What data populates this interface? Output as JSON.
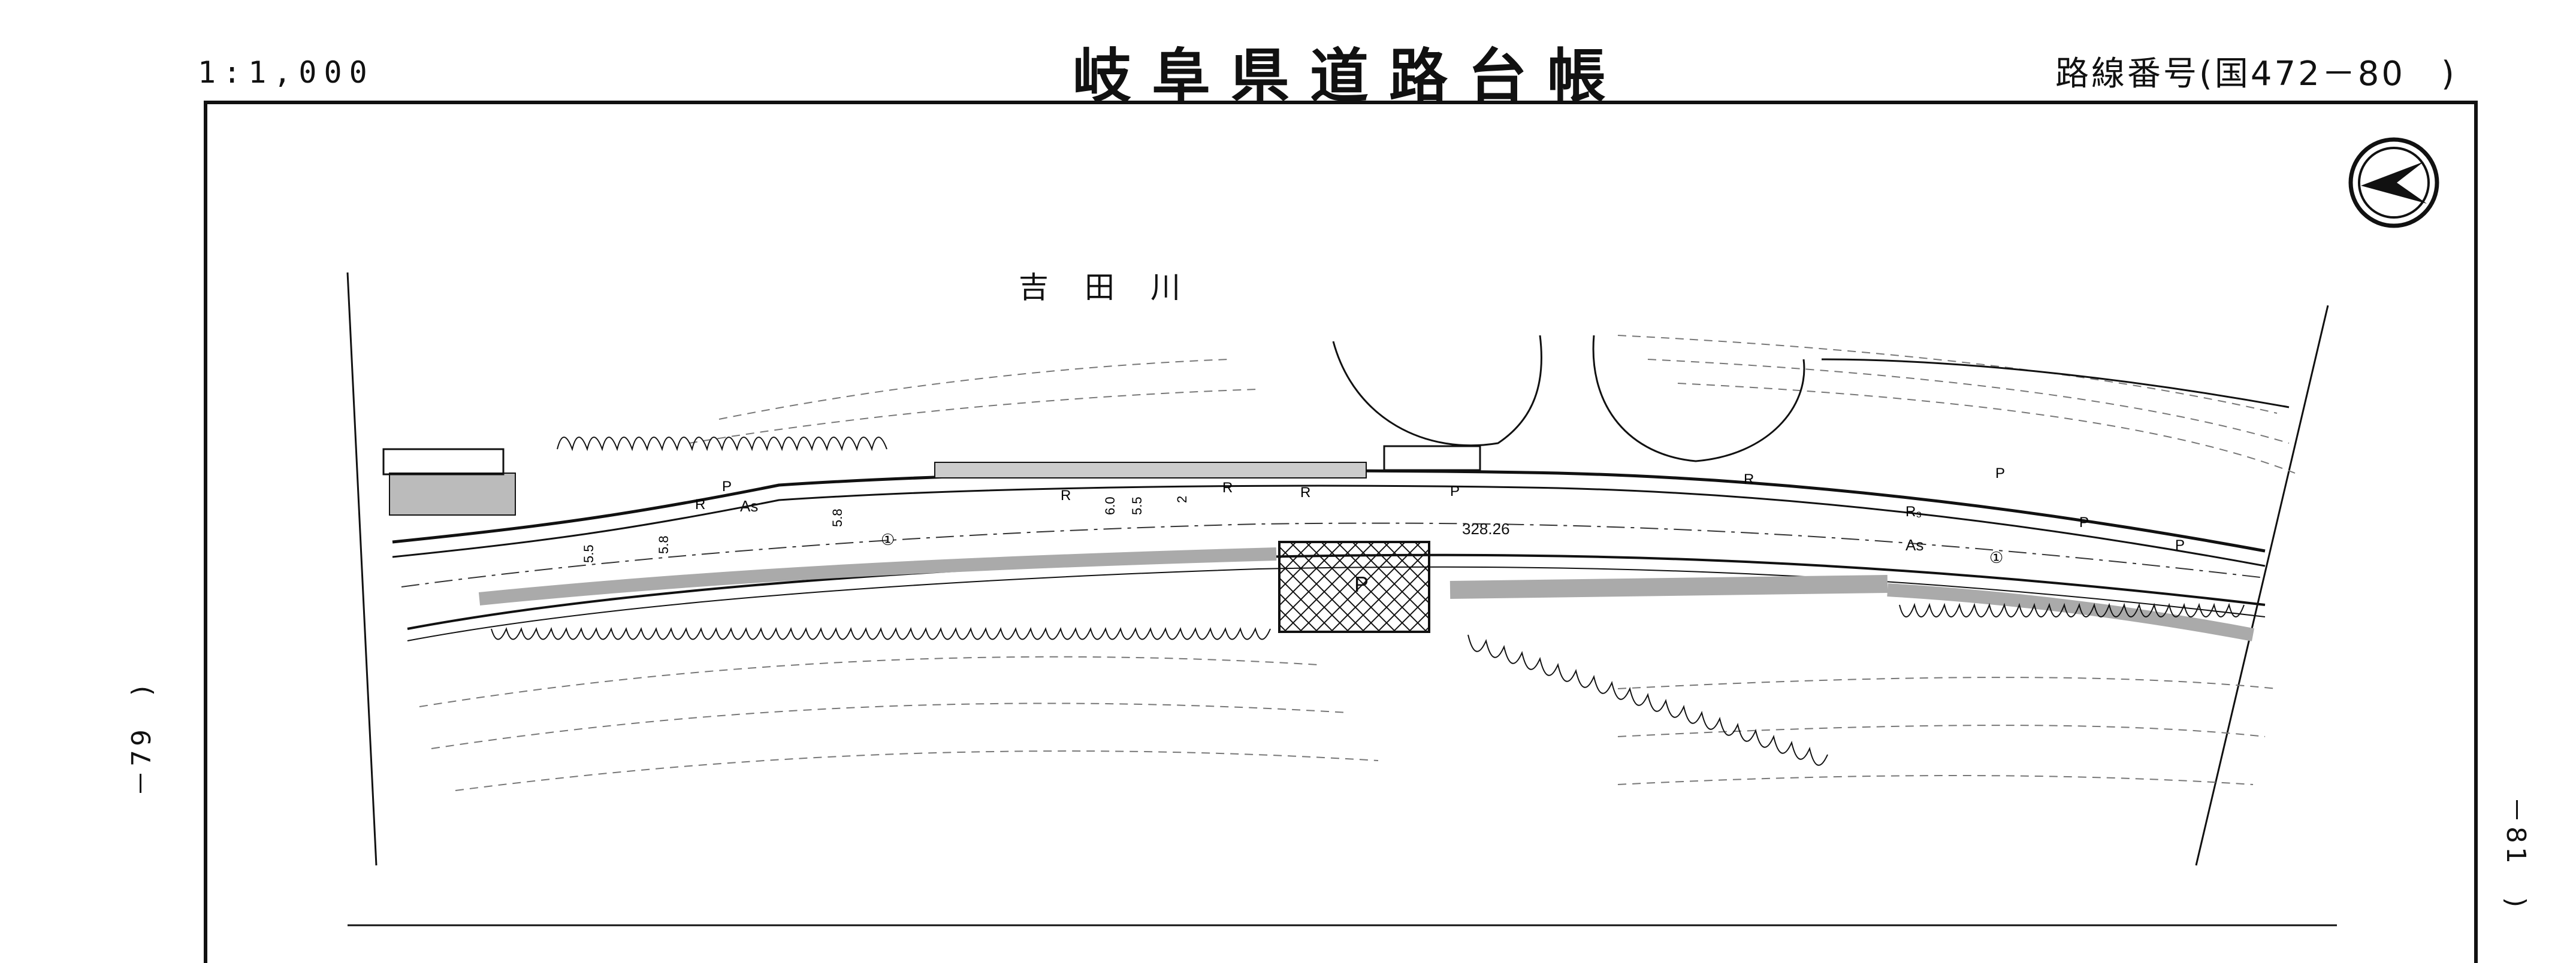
{
  "header": {
    "scale": "1:1,000",
    "title": "岐阜県道路台帳",
    "route_label": "路線番号(国472－80　)"
  },
  "margins": {
    "left_page": "－79　)",
    "right_page": "－81　)"
  },
  "map": {
    "river_name": "吉田川",
    "elevation": "328.26",
    "surface_label_1": "As",
    "surface_label_2": "As",
    "bridge_label": "P",
    "road_marks": [
      "R",
      "P",
      "R",
      "R",
      "R",
      "P",
      "R",
      "P",
      "P",
      "R₃",
      "P"
    ],
    "widths": [
      "5.5",
      "5.8",
      "5.8",
      "6.0",
      "5.5",
      "2"
    ],
    "lane_markers": [
      "①",
      "①"
    ],
    "north_arrow": "north-arrow-icon"
  }
}
